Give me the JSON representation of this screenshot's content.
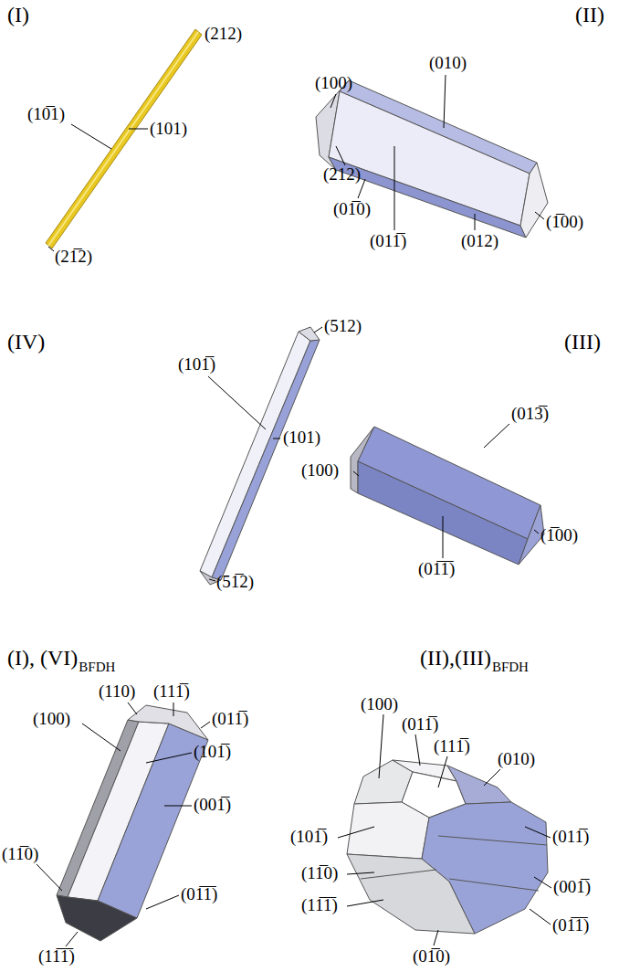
{
  "diagram": {
    "labels": [
      "(I)",
      "(II)",
      "(212)",
      "(10̅1)",
      "(101)",
      "(21̅2)",
      "(100)",
      "(010)",
      "(212)",
      "(1̅00)",
      "(01̅0)",
      "(011̅)",
      "(012)",
      "(IV)",
      "(III)",
      "(512)",
      "(101̅)",
      "(101)",
      "(100)",
      "(013̅)",
      "(1̅00)",
      "(51̅2)",
      "(01̅1̅)",
      "(I), (VI)",
      "BFDH",
      "(II),(III)",
      "BFDH",
      "(110)",
      "(111̅)",
      "(100)",
      "(011̅)",
      "(101̅)",
      "(001̅)",
      "(11̅0)",
      "(01̅1̅)",
      "(11̅1̅)",
      "(100)",
      "(011̅)",
      "(111̅)",
      "(010)",
      "(101̅)",
      "(011̅)",
      "(11̅0)",
      "(001̅)",
      "(11̅1̅)",
      "(01̅1̅)",
      "(01̅0)"
    ]
  }
}
